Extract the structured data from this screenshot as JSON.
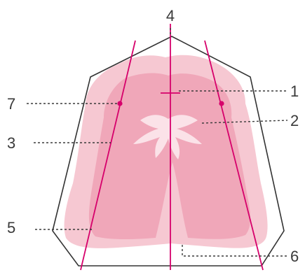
{
  "figure": {
    "labels": {
      "l1": "1",
      "l2": "2",
      "l3": "3",
      "l4": "4",
      "l5": "5",
      "l6": "6",
      "l7": "7"
    },
    "colors": {
      "tissue_outer": "#f6c8d2",
      "tissue_inner": "#f0a7b9",
      "rugae": "#fbe2e8",
      "reference_line": "#d6006b",
      "outline": "#333333",
      "leader": "#3a3a3a"
    }
  }
}
